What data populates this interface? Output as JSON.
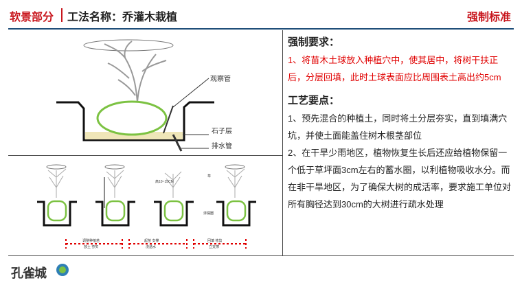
{
  "header": {
    "category": "软景部分",
    "title": "工法名称：乔灌木栽植",
    "standard": "强制标准"
  },
  "diagram_top": {
    "labels": {
      "observe_pipe": "观察管",
      "gravel_layer": "石子层",
      "drain_pipe": "排水管"
    }
  },
  "diagram_bottom": {
    "captions": [
      {
        "lines": [
          "调整种植苗",
          "放土 夯实"
        ]
      },
      {
        "lines": [
          "起苗 支撑",
          "浇透水"
        ]
      },
      {
        "lines": [
          "回填 修剪",
          "立支撑"
        ]
      }
    ],
    "callouts": [
      "高10~15CM",
      "草",
      "渗漏圈"
    ]
  },
  "mandatory": {
    "heading": "强制要求：",
    "text": "1、将苗木土球放入种植穴中，使其居中，将树干扶正后，分层回填，此时土球表面应比周围表土高出约5cm"
  },
  "process": {
    "heading": "工艺要点：",
    "items": [
      "1、预先混合的种植土，同时将土分层夯实，直到填满穴坑，并使土面能盖住树木根茎部位",
      "2、在干旱少雨地区，植物恢复生长后还应给植物保留一个低于草坪面3cm左右的蓄水圈，以利植物吸收水分。而在非干旱地区，为了确保大树的成活率，要求施工单位对所有胸径达到30cm的大树进行疏水处理"
    ]
  },
  "footer": {
    "logo_text": "孔雀城"
  },
  "colors": {
    "accent_red": "#c8161d",
    "text_red": "#e00000",
    "rule_blue": "#1f4e79",
    "rootball_green": "#7cc242",
    "gravel": "#efe6b8"
  }
}
